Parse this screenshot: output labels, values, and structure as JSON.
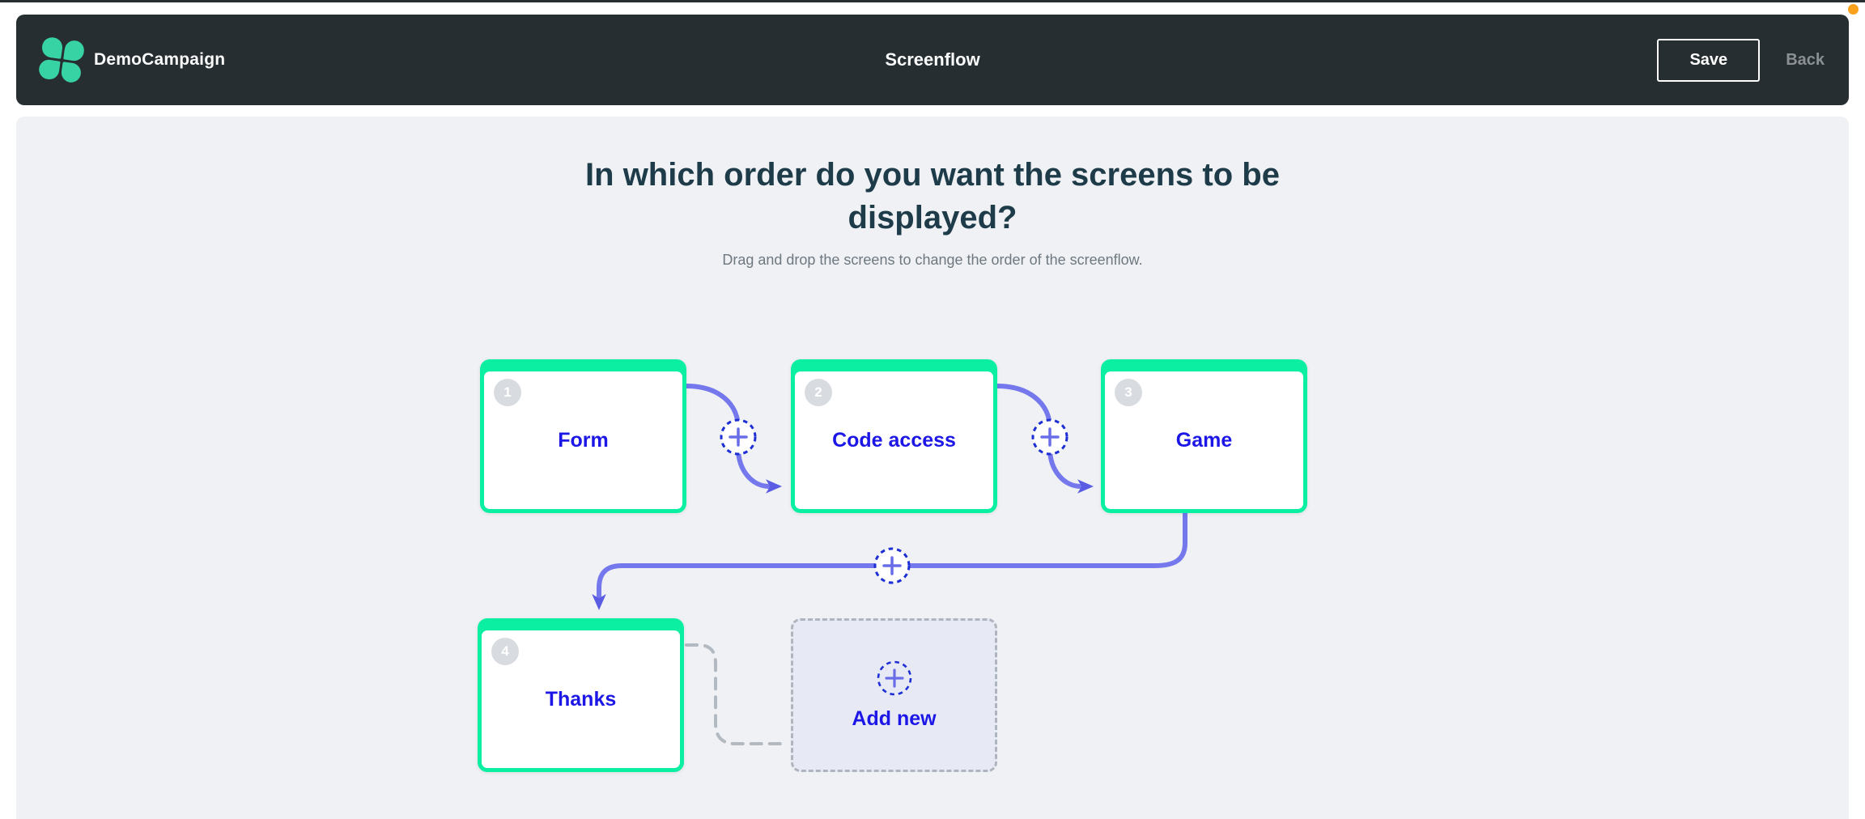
{
  "header": {
    "app_name": "DemoCampaign",
    "title": "Screenflow",
    "save_label": "Save",
    "back_label": "Back"
  },
  "main": {
    "heading": "In which order do you want the screens to be displayed?",
    "subheading": "Drag and drop the screens to change the order of the screenflow."
  },
  "flow": {
    "screens": [
      {
        "number": "1",
        "label": "Form"
      },
      {
        "number": "2",
        "label": "Code access"
      },
      {
        "number": "3",
        "label": "Game"
      },
      {
        "number": "4",
        "label": "Thanks"
      }
    ],
    "add_new_label": "Add new"
  },
  "colors": {
    "header-bg": "#272E32",
    "teal": "#38D3A5",
    "content-bg": "#F0F1F4",
    "heading": "#1D3B49",
    "green": "#0BEFA2",
    "card-blue": "#1C17E6",
    "line-purple": "#7478EC",
    "plus-ring": "#1C2ED4",
    "orange": "#F9A11B"
  }
}
